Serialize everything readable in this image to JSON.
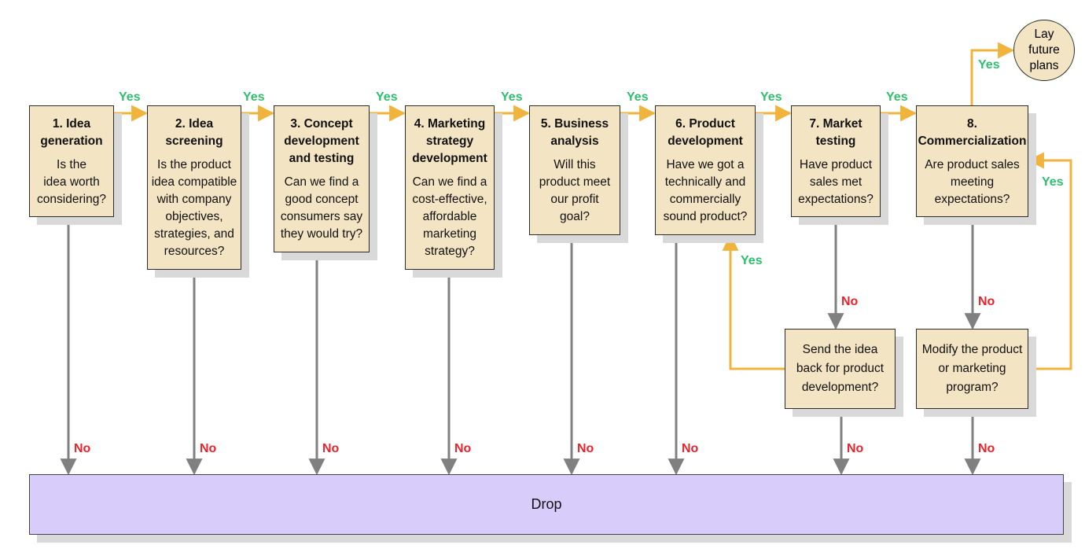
{
  "stages": [
    {
      "title": "1. Idea\ngeneration",
      "question": "Is the\nidea worth\nconsidering?"
    },
    {
      "title": "2. Idea\nscreening",
      "question": "Is the product\nidea compatible\nwith company\nobjectives,\nstrategies, and\nresources?"
    },
    {
      "title": "3. Concept\ndevelopment\nand testing",
      "question": "Can we find a\ngood concept\nconsumers say\nthey would try?"
    },
    {
      "title": "4. Marketing\nstrategy\ndevelopment",
      "question": "Can we find a\ncost-effective,\naffordable\nmarketing\nstrategy?"
    },
    {
      "title": "5. Business\nanalysis",
      "question": "Will this\nproduct meet\nour profit\ngoal?"
    },
    {
      "title": "6. Product\ndevelopment",
      "question": "Have we got a\ntechnically and\ncommercially\nsound product?"
    },
    {
      "title": "7. Market\ntesting",
      "question": "Have product\nsales met\nexpectations?"
    },
    {
      "title": "8.\nCommercialization",
      "question": "Are product sales\nmeeting\nexpectations?"
    }
  ],
  "side_boxes": {
    "send_back": "Send the idea\nback for product\ndevelopment?",
    "modify": "Modify the product\nor marketing\nprogram?"
  },
  "end_node": "Lay\nfuture\nplans",
  "drop_label": "Drop",
  "labels": {
    "yes": "Yes",
    "no": "No"
  },
  "colors": {
    "box_fill": "#f3e4c3",
    "drop_fill": "#d8cdfa",
    "yes_arrow": "#f0b43c",
    "no_arrow": "#808080",
    "yes_text": "#2fbf6e",
    "no_text": "#e8232d"
  }
}
